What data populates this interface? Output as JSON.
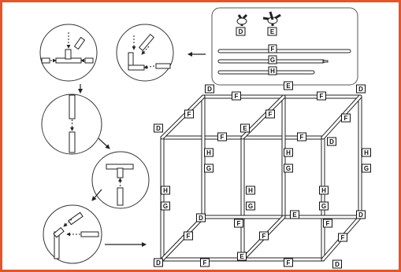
{
  "colors": {
    "border": "#e2562b",
    "line": "#222222",
    "panel_bg": "#ffffff"
  },
  "parts_panel": {
    "connectors": [
      "D",
      "E"
    ],
    "poles": [
      "F",
      "G",
      "H"
    ]
  },
  "steps": [
    {
      "icon": "tee-joint-insert-icon"
    },
    {
      "icon": "elbow-joint-insert-icon"
    },
    {
      "icon": "pole-join-icon"
    },
    {
      "icon": "tee-vertical-insert-icon"
    },
    {
      "icon": "corner-joint-insert-icon"
    }
  ],
  "frame_labels": {
    "D": "D",
    "E": "E",
    "F": "F",
    "G": "G",
    "H": "H"
  }
}
